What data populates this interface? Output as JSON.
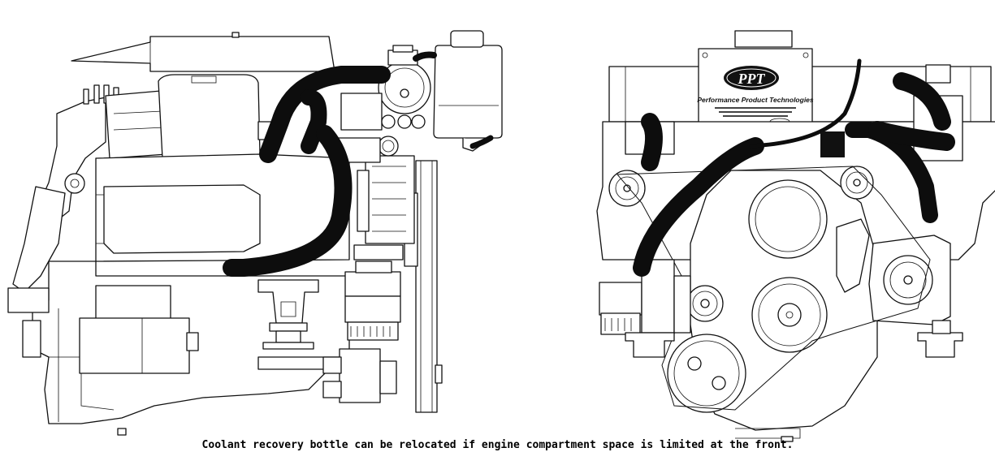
{
  "caption": "Coolant recovery bottle can be relocated if engine compartment space is limited at the front.",
  "logo": {
    "mark": "PPT",
    "company": "Performance Product Technologies"
  },
  "colors": {
    "ink": "#111111",
    "hose": "#0d0d0d",
    "background": "#ffffff"
  },
  "views": [
    {
      "id": "side-view"
    },
    {
      "id": "front-view"
    }
  ]
}
